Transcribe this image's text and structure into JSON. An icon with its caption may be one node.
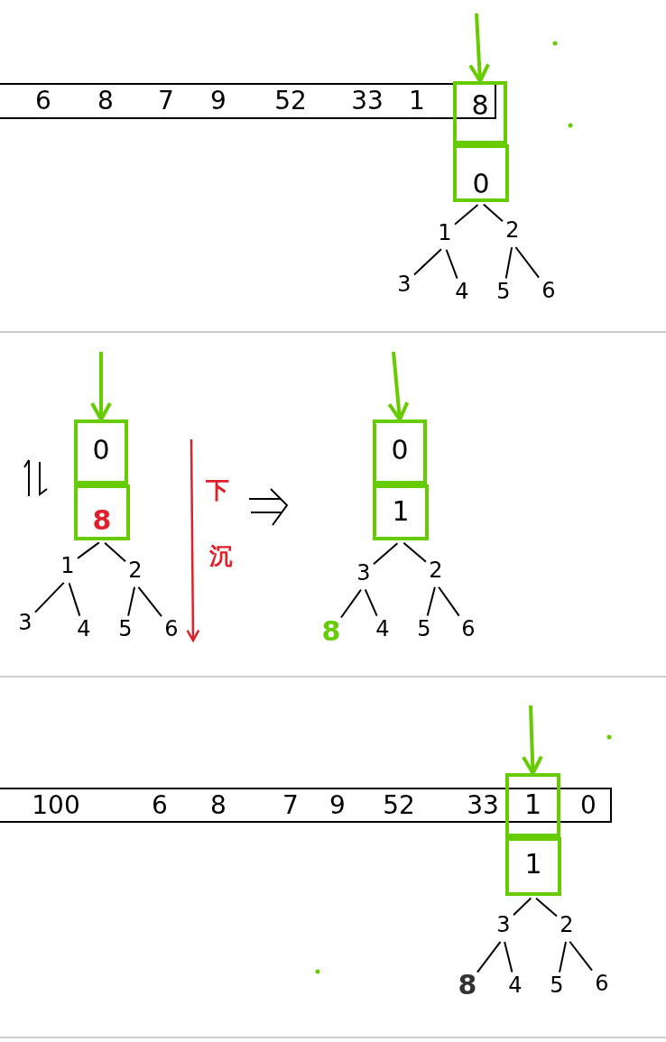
{
  "diagram": {
    "nodes": [
      {
        "text": [
          "6",
          "8",
          "7",
          "9",
          "52",
          "33",
          "1"
        ]
      },
      {
        "text": [
          "8"
        ]
      },
      {
        "text": [
          "0"
        ]
      },
      {
        "text": [
          "1"
        ]
      },
      {
        "text": [
          "2"
        ]
      },
      {
        "text": [
          "3"
        ]
      },
      {
        "text": [
          "4"
        ]
      },
      {
        "text": [
          "5"
        ]
      },
      {
        "text": [
          "6"
        ]
      },
      {
        "text": [
          "0"
        ]
      },
      {
        "text": [
          "8"
        ]
      },
      {
        "text": [
          "1"
        ]
      },
      {
        "text": [
          "2"
        ]
      },
      {
        "text": [
          "3"
        ]
      },
      {
        "text": [
          "4"
        ]
      },
      {
        "text": [
          "5"
        ]
      },
      {
        "text": [
          "6"
        ]
      },
      {
        "text": [
          "0"
        ]
      },
      {
        "text": [
          "1"
        ]
      },
      {
        "text": [
          "3"
        ]
      },
      {
        "text": [
          "2"
        ]
      },
      {
        "text": [
          "8"
        ]
      },
      {
        "text": [
          "4"
        ]
      },
      {
        "text": [
          "5"
        ]
      },
      {
        "text": [
          "6"
        ]
      },
      {
        "text": [
          "100",
          "6",
          "8",
          "7",
          "9",
          "52",
          "33",
          "0"
        ]
      },
      {
        "text": [
          "1"
        ]
      },
      {
        "text": [
          "1"
        ]
      },
      {
        "text": [
          "3"
        ]
      },
      {
        "text": [
          "2"
        ]
      },
      {
        "text": [
          "8"
        ]
      },
      {
        "text": [
          "4"
        ]
      },
      {
        "text": [
          "5"
        ]
      },
      {
        "text": [
          "6"
        ]
      }
    ],
    "edges": [
      {
        "from": null,
        "to": 1,
        "arrow": "to",
        "style": "thick",
        "color": "#66cc00"
      },
      {
        "from": 2,
        "to": 3,
        "arrow": "none"
      },
      {
        "from": 2,
        "to": 4,
        "arrow": "none"
      },
      {
        "from": 3,
        "to": 5,
        "arrow": "none"
      },
      {
        "from": 3,
        "to": 6,
        "arrow": "none"
      },
      {
        "from": 4,
        "to": 7,
        "arrow": "none"
      },
      {
        "from": 4,
        "to": 8,
        "arrow": "none"
      },
      {
        "from": null,
        "to": 9,
        "arrow": "to",
        "style": "thick",
        "color": "#66cc00"
      },
      {
        "from": 10,
        "to": 11,
        "arrow": "none"
      },
      {
        "from": 10,
        "to": 12,
        "arrow": "none"
      },
      {
        "from": 11,
        "to": 13,
        "arrow": "none"
      },
      {
        "from": 11,
        "to": 14,
        "arrow": "none"
      },
      {
        "from": 12,
        "to": 15,
        "arrow": "none"
      },
      {
        "from": 12,
        "to": 16,
        "arrow": "none"
      },
      {
        "from": null,
        "to": 17,
        "arrow": "to",
        "style": "thick",
        "color": "#66cc00"
      },
      {
        "from": 18,
        "to": 19,
        "arrow": "none"
      },
      {
        "from": 18,
        "to": 20,
        "arrow": "none"
      },
      {
        "from": 19,
        "to": 21,
        "arrow": "none"
      },
      {
        "from": 19,
        "to": 22,
        "arrow": "none"
      },
      {
        "from": 20,
        "to": 23,
        "arrow": "none"
      },
      {
        "from": 20,
        "to": 24,
        "arrow": "none"
      },
      {
        "from": null,
        "to": 26,
        "arrow": "to",
        "style": "thick",
        "color": "#66cc00"
      },
      {
        "from": 27,
        "to": 28,
        "arrow": "none"
      },
      {
        "from": 27,
        "to": 29,
        "arrow": "none"
      },
      {
        "from": 28,
        "to": 30,
        "arrow": "none"
      },
      {
        "from": 28,
        "to": 31,
        "arrow": "none"
      },
      {
        "from": 29,
        "to": 32,
        "arrow": "none"
      },
      {
        "from": 29,
        "to": 33,
        "arrow": "none"
      }
    ],
    "labels": [
      "下",
      "沉"
    ]
  }
}
